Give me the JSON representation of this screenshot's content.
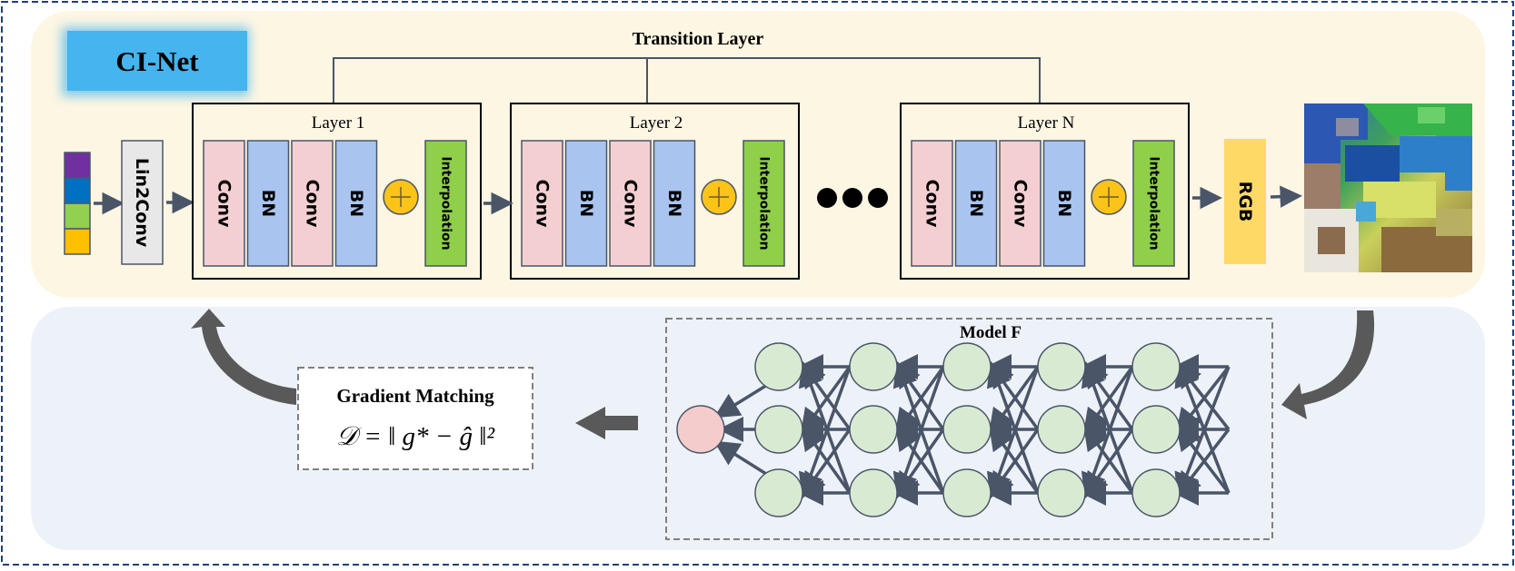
{
  "network_name": "CI-Net",
  "transition_label": "Transition Layer",
  "input_block_label": "Lin2Conv",
  "palette": [
    "#7030a0",
    "#0070c0",
    "#92d050",
    "#ffc000"
  ],
  "layers": [
    {
      "title": "Layer 1",
      "blocks": [
        "Conv",
        "BN",
        "Conv",
        "BN"
      ],
      "interp": "Interpolation"
    },
    {
      "title": "Layer 2",
      "blocks": [
        "Conv",
        "BN",
        "Conv",
        "BN"
      ],
      "interp": "Interpolation"
    },
    {
      "title": "Layer N",
      "blocks": [
        "Conv",
        "BN",
        "Conv",
        "BN"
      ],
      "interp": "Interpolation"
    }
  ],
  "rgb_label": "RGB",
  "model_label": "Model F",
  "gradient": {
    "title": "Gradient Matching",
    "formula": "𝒟 = ‖ g* − ĝ ‖²"
  },
  "colors": {
    "top_panel": "#fdf6e3",
    "bottom_panel": "#edf2f9",
    "conv": "#f4cfd2",
    "bn": "#a9c4ef",
    "interp": "#8fcf4a",
    "rgb": "#ffd966",
    "ci_net_badge": "#46b4ee",
    "node": "#d9ead3",
    "output_node": "#f4cccc",
    "arrow": "#4a5568"
  },
  "icons": [
    "add-circle-icon",
    "ellipsis-dots-icon",
    "curved-arrow-icon"
  ]
}
